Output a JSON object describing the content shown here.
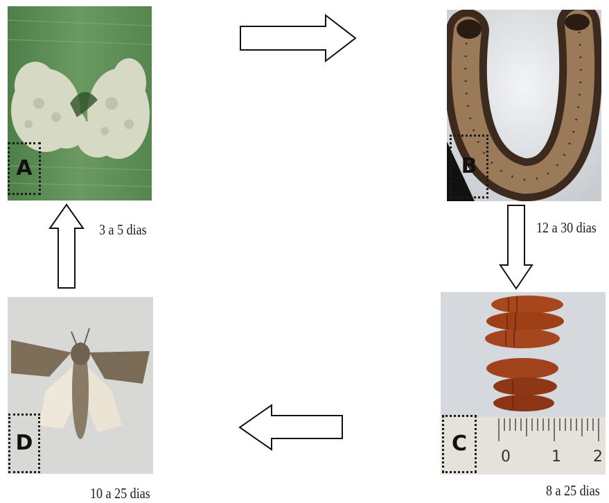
{
  "stages": {
    "a": {
      "letter": "A"
    },
    "b": {
      "letter": "B"
    },
    "c": {
      "letter": "C"
    },
    "d": {
      "letter": "D"
    }
  },
  "durations": {
    "a_to_b": "3 a 5 dias",
    "b_to_c": "12 a 30 dias",
    "c_to_d": "8 a 25 dias",
    "d_to_a": "10 a 25 dias"
  },
  "ruler": {
    "marks": [
      "0",
      "1",
      "2"
    ]
  },
  "colors": {
    "leaf_green": "#5f8f57",
    "egg_mass": "#d4d8c2",
    "larva_brown": "#8a6a4a",
    "pupa_red": "#a5461e",
    "moth_brown": "#7d6e5a",
    "moth_hindwing": "#efe9dc"
  }
}
